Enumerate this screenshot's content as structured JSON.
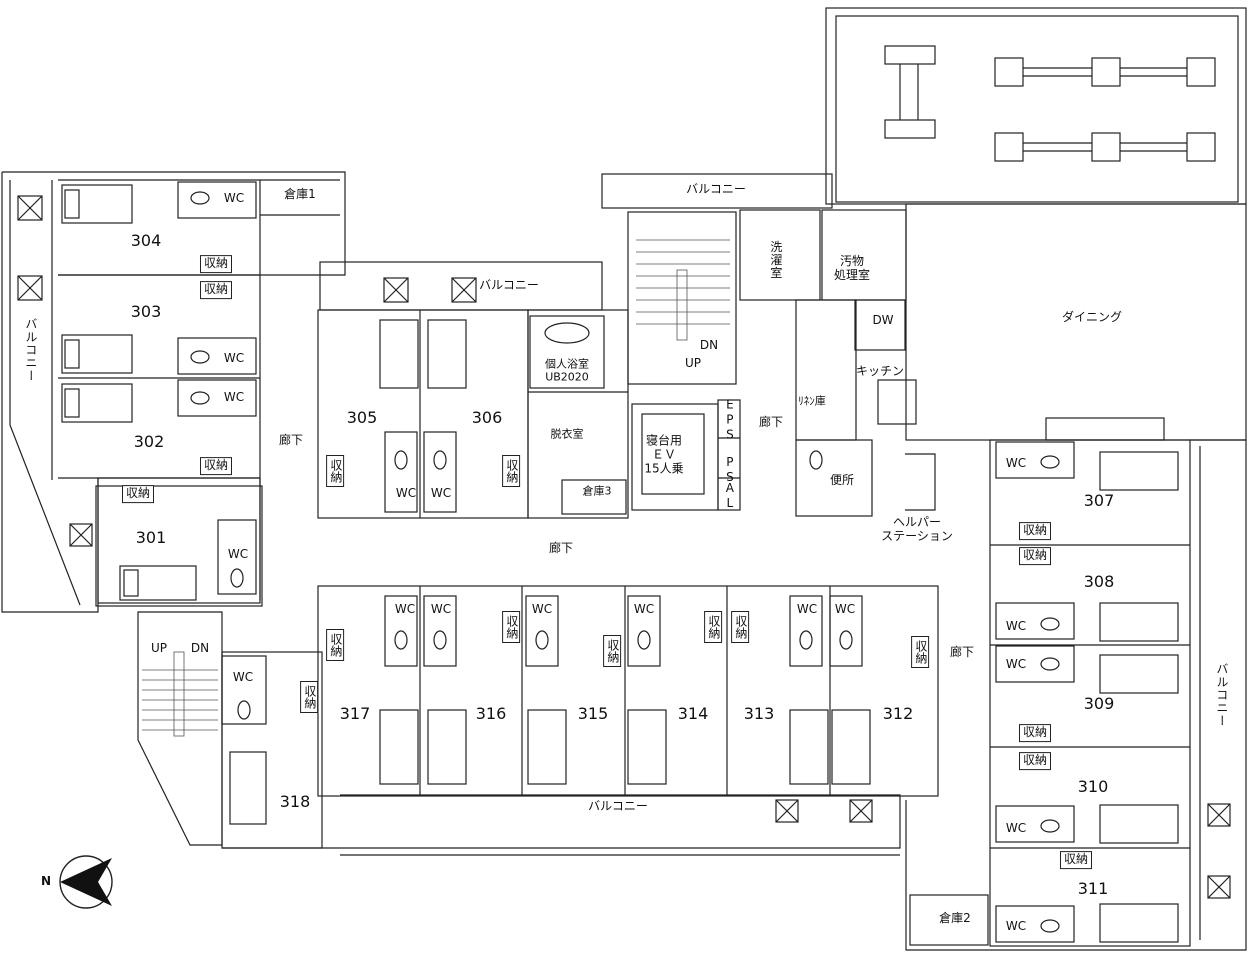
{
  "rooms": {
    "r301": "301",
    "r302": "302",
    "r303": "303",
    "r304": "304",
    "r305": "305",
    "r306": "306",
    "r307": "307",
    "r308": "308",
    "r309": "309",
    "r310": "310",
    "r311": "311",
    "r312": "312",
    "r313": "313",
    "r314": "314",
    "r315": "315",
    "r316": "316",
    "r317": "317",
    "r318": "318"
  },
  "labels": {
    "wc": "WC",
    "storage_closet": "収納",
    "corridor": "廊下",
    "balcony": "バルコニー",
    "balcony_vertical": "バルコニー",
    "storeroom1": "倉庫1",
    "storeroom2": "倉庫2",
    "storeroom3": "倉庫3",
    "laundry": "洗濯室",
    "soiled_room": "汚物\n処理室",
    "dining": "ダイニング",
    "dw": "DW",
    "kitchen": "キッチン",
    "linen": "ﾘﾈﾝ庫",
    "toilet": "便所",
    "helper_station": "ヘルパー\nステーション",
    "private_bath": "個人浴室\nUB2020",
    "changing_room": "脱衣室",
    "bed_elevator": "寝台用\nＥＶ\n15人乗",
    "eps": "EPS",
    "ps": "PS",
    "al": "AL",
    "up": "UP",
    "dn": "DN",
    "north": "N"
  },
  "colors": {
    "line": "#222222",
    "hatch": "#777777",
    "paper": "#ffffff"
  },
  "icons": [
    "bed-icon",
    "toilet-icon",
    "stair-icon",
    "north-arrow-icon",
    "shaft-x-icon"
  ]
}
